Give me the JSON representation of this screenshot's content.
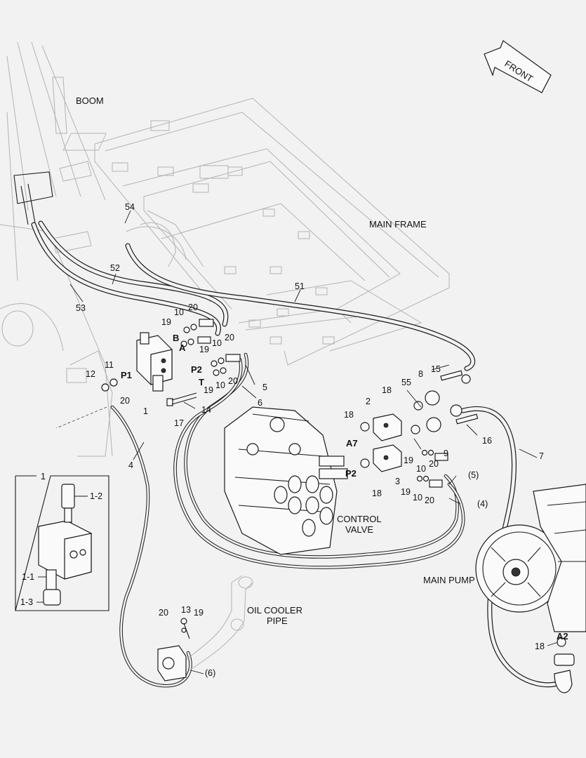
{
  "labels": {
    "boom": "BOOM",
    "main_frame": "MAIN FRAME",
    "control_valve_1": "CONTROL",
    "control_valve_2": "VALVE",
    "main_pump": "MAIN PUMP",
    "oil_cooler_pipe_1": "OIL COOLER",
    "oil_cooler_pipe_2": "PIPE",
    "front": "FRONT"
  },
  "ports": {
    "b": "B",
    "a": "A",
    "p1": "P1",
    "p2_upper": "P2",
    "t": "T",
    "a7": "A7",
    "p2_lower": "P2",
    "a2": "A2"
  },
  "callouts": {
    "c54": "54",
    "c52": "52",
    "c53": "53",
    "c51": "51",
    "c10a": "10",
    "c20a": "20",
    "c19a": "19",
    "c19b": "19",
    "c10b": "10",
    "c20b": "20",
    "c12": "12",
    "c11": "11",
    "c1": "1",
    "c20c": "20",
    "c17": "17",
    "c14": "14",
    "c19c": "19",
    "c10c": "10",
    "c20d": "20",
    "c5": "5",
    "c6": "6",
    "c4": "4",
    "c15": "15",
    "c8": "8",
    "c55": "55",
    "c18a": "18",
    "c2": "2",
    "c18b": "18",
    "c9": "9",
    "c16": "16",
    "c7": "7",
    "c3": "3",
    "c18c": "18",
    "c19d": "19",
    "c10d": "10",
    "c20e": "20",
    "c19e": "19",
    "c10e": "10",
    "c20f": "20",
    "c5p": "(5)",
    "c4p": "(4)",
    "c13": "13",
    "c19f": "19",
    "c20g": "20",
    "c6p": "(6)",
    "c18d": "18",
    "inset_1": "1",
    "inset_12": "1-2",
    "inset_11": "1-1",
    "inset_13": "1-3"
  }
}
